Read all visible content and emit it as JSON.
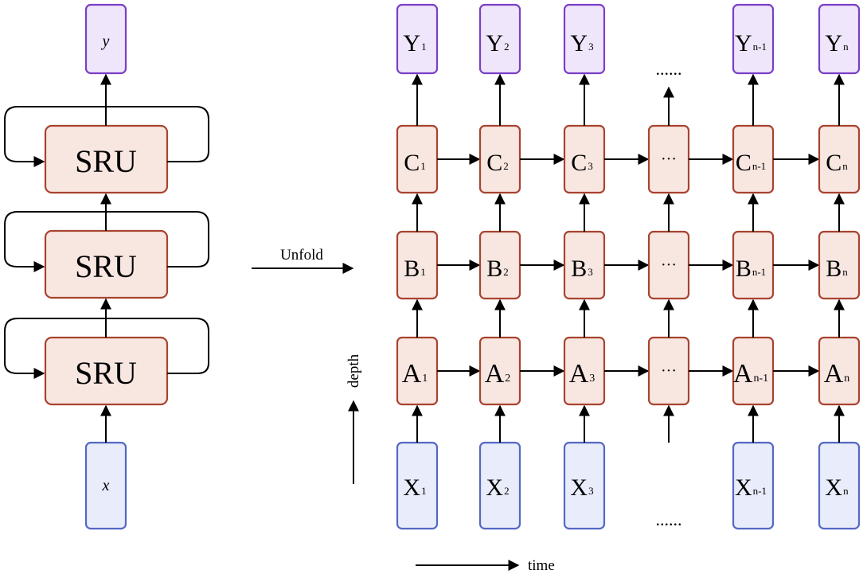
{
  "left": {
    "output": "y",
    "input": "x",
    "layers": [
      "SRU",
      "SRU",
      "SRU"
    ]
  },
  "unfold_label": "Unfold",
  "depth_label": "depth",
  "time_label": "time",
  "grid": {
    "outputs": [
      {
        "main": "Y",
        "sub": "1"
      },
      {
        "main": "Y",
        "sub": "2"
      },
      {
        "main": "Y",
        "sub": "3"
      },
      {
        "main": "Y",
        "sub": "n-1"
      },
      {
        "main": "Y",
        "sub": "n"
      }
    ],
    "rows": [
      {
        "name": "C",
        "cells": [
          {
            "main": "C",
            "sub": "1"
          },
          {
            "main": "C",
            "sub": "2"
          },
          {
            "main": "C",
            "sub": "3"
          },
          {
            "main": "···",
            "sub": ""
          },
          {
            "main": "C",
            "sub": "n-1"
          },
          {
            "main": "C",
            "sub": "n"
          }
        ]
      },
      {
        "name": "B",
        "cells": [
          {
            "main": "B",
            "sub": "1"
          },
          {
            "main": "B",
            "sub": "2"
          },
          {
            "main": "B",
            "sub": "3"
          },
          {
            "main": "···",
            "sub": ""
          },
          {
            "main": "B",
            "sub": "n-1"
          },
          {
            "main": "B",
            "sub": "n"
          }
        ]
      },
      {
        "name": "A",
        "cells": [
          {
            "main": "A",
            "sub": "1"
          },
          {
            "main": "A",
            "sub": "2"
          },
          {
            "main": "A",
            "sub": "3"
          },
          {
            "main": "···",
            "sub": ""
          },
          {
            "main": "A",
            "sub": "n-1"
          },
          {
            "main": "A",
            "sub": "n"
          }
        ]
      }
    ],
    "inputs": [
      {
        "main": "X",
        "sub": "1"
      },
      {
        "main": "X",
        "sub": "2"
      },
      {
        "main": "X",
        "sub": "3"
      },
      {
        "main": "X",
        "sub": "n-1"
      },
      {
        "main": "X",
        "sub": "n"
      }
    ],
    "ellipsis_top": "......",
    "ellipsis_bottom": "......"
  }
}
